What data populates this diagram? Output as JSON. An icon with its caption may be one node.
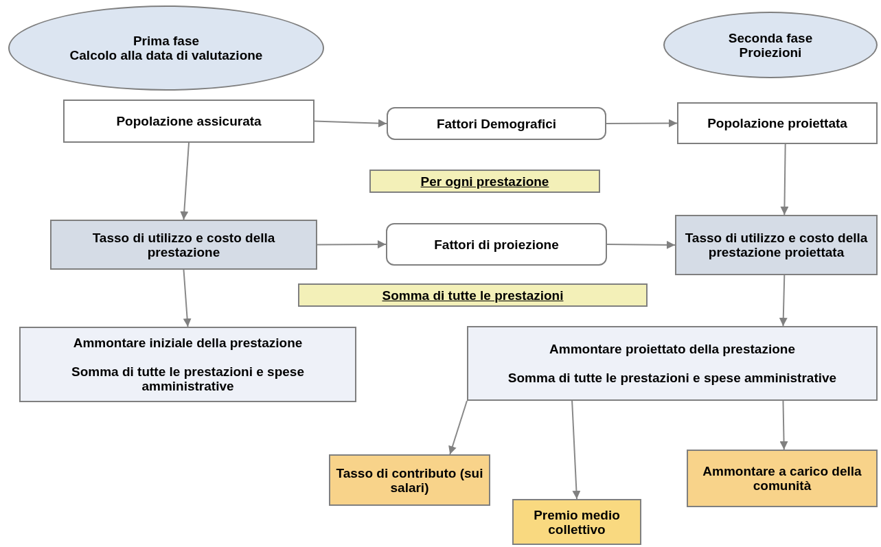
{
  "diagram": {
    "nodes": [
      {
        "text": [
          "Prima fase",
          "Calcolo alla data di valutazione"
        ]
      },
      {
        "text": [
          "Seconda fase",
          "Proiezioni"
        ]
      },
      {
        "text": [
          "Popolazione assicurata"
        ]
      },
      {
        "text": [
          "Fattori Demografici"
        ]
      },
      {
        "text": [
          "Popolazione proiettata"
        ]
      },
      {
        "text": [
          "Per ogni prestazione"
        ]
      },
      {
        "text": [
          "Tasso di utilizzo e costo della prestazione"
        ]
      },
      {
        "text": [
          "Fattori di proiezione"
        ]
      },
      {
        "text": [
          "Tasso di utilizzo e costo della prestazione proiettata"
        ]
      },
      {
        "text": [
          "Somma di tutte le prestazioni"
        ]
      },
      {
        "text": [
          "Ammontare iniziale della prestazione",
          "Somma di tutte le prestazioni e spese amministrative"
        ]
      },
      {
        "text": [
          "Ammontare proiettato della prestazione",
          "Somma di tutte le prestazioni e spese amministrative"
        ]
      },
      {
        "text": [
          "Tasso di contributo (sui salari)"
        ]
      },
      {
        "text": [
          "Premio medio collettivo"
        ]
      },
      {
        "text": [
          "Ammontare a carico della comunità"
        ]
      }
    ],
    "edges": [
      {
        "from": 2,
        "to": 3,
        "arrow": "to"
      },
      {
        "from": 3,
        "to": 4,
        "arrow": "to"
      },
      {
        "from": 2,
        "to": 6,
        "arrow": "to"
      },
      {
        "from": 4,
        "to": 8,
        "arrow": "to"
      },
      {
        "from": 6,
        "to": 7,
        "arrow": "to"
      },
      {
        "from": 7,
        "to": 8,
        "arrow": "to"
      },
      {
        "from": 6,
        "to": 10,
        "arrow": "to"
      },
      {
        "from": 8,
        "to": 11,
        "arrow": "to"
      },
      {
        "from": 11,
        "to": 12,
        "arrow": "to"
      },
      {
        "from": 11,
        "to": 13,
        "arrow": "to"
      },
      {
        "from": 11,
        "to": 14,
        "arrow": "to"
      }
    ]
  }
}
